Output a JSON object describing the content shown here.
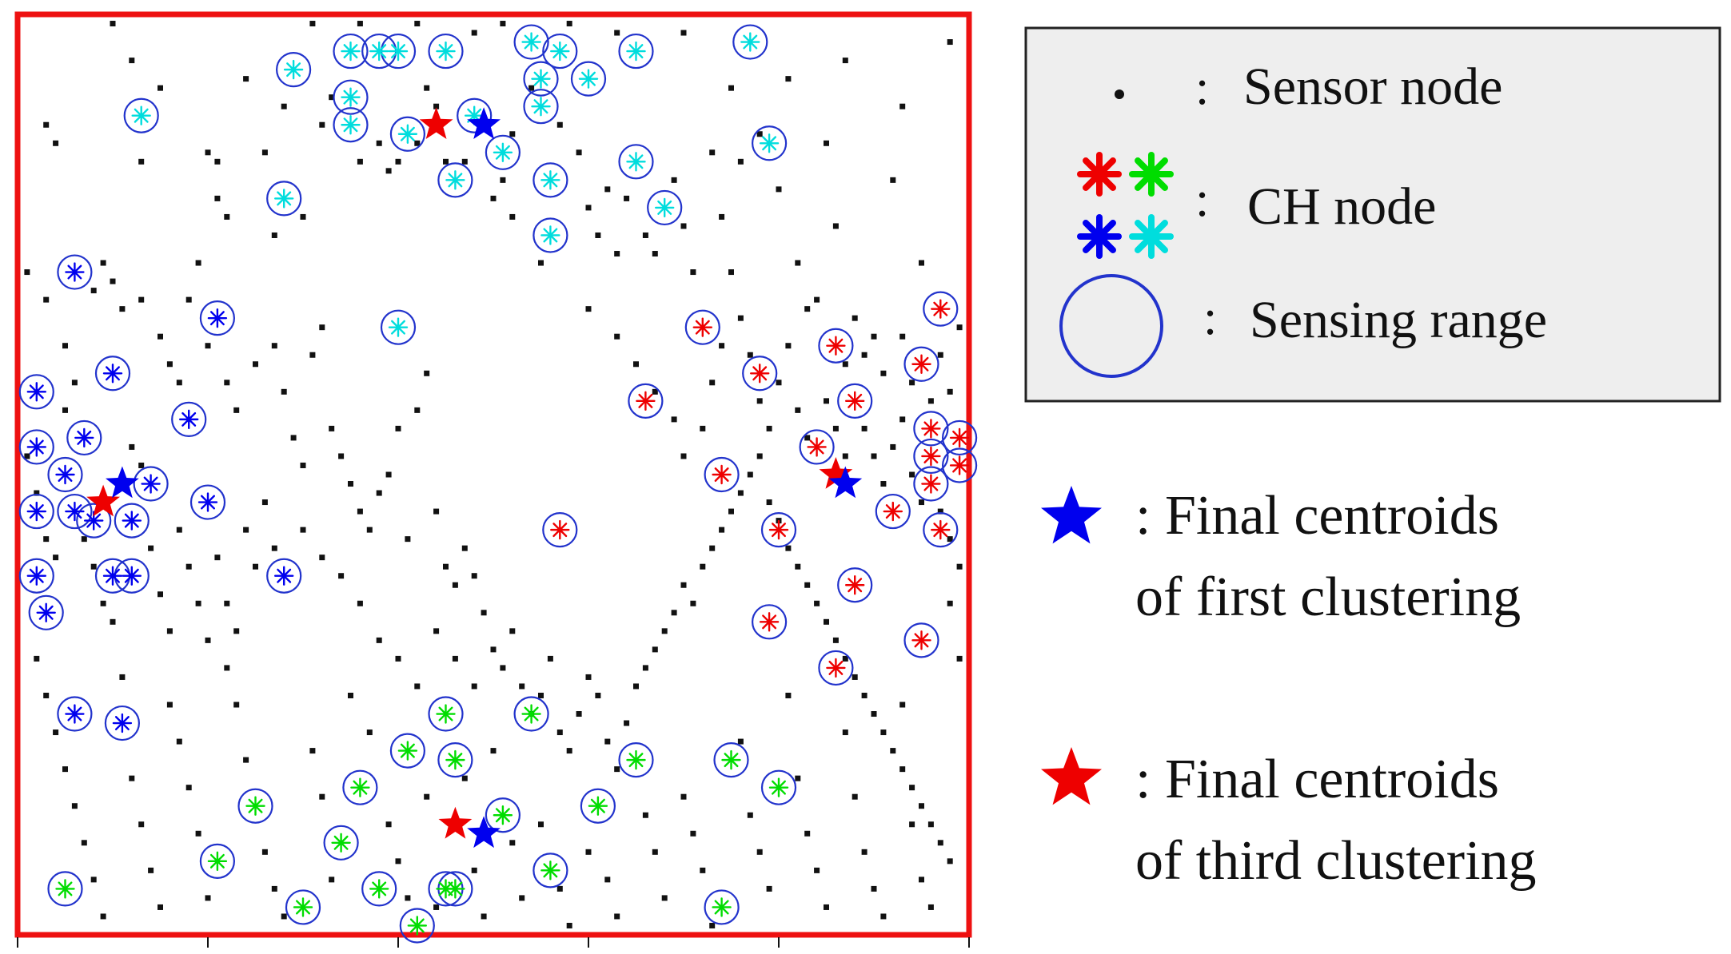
{
  "colors": {
    "sensor": "#111111",
    "frame": "#ee1111",
    "range": "#2233cc",
    "blue": "#0000ee",
    "cyan": "#00dddd",
    "red": "#ee0000",
    "green": "#00dd00",
    "legend_bg": "#eeeeee",
    "legend_border": "#222222"
  },
  "legend": {
    "colon": ":",
    "sensor_label": "Sensor node",
    "ch_label": "CH node",
    "range_label": "Sensing range"
  },
  "annotations": {
    "first": {
      "line1": ": Final centroids",
      "line2": "of first clustering"
    },
    "third": {
      "line1": ": Final centroids",
      "line2": "of third clustering"
    }
  },
  "chart_data": {
    "type": "scatter",
    "xlim": [
      0,
      100
    ],
    "ylim": [
      0,
      100
    ],
    "x_ticks": [
      0,
      20,
      40,
      60,
      80,
      100
    ],
    "groups": {
      "cyan": [
        [
          13,
          89
        ],
        [
          28,
          80
        ],
        [
          29,
          94
        ],
        [
          35,
          96
        ],
        [
          35,
          88
        ],
        [
          35,
          91
        ],
        [
          38,
          96
        ],
        [
          40,
          96
        ],
        [
          41,
          87
        ],
        [
          45,
          96
        ],
        [
          46,
          82
        ],
        [
          48,
          89
        ],
        [
          51,
          85
        ],
        [
          54,
          97
        ],
        [
          55,
          93
        ],
        [
          55,
          90
        ],
        [
          56,
          82
        ],
        [
          57,
          96
        ],
        [
          60,
          93
        ],
        [
          65,
          84
        ],
        [
          65,
          96
        ],
        [
          68,
          79
        ],
        [
          77,
          97
        ],
        [
          79,
          86
        ],
        [
          56,
          76
        ],
        [
          40,
          66
        ]
      ],
      "blue": [
        [
          6,
          72
        ],
        [
          21,
          67
        ],
        [
          10,
          61
        ],
        [
          2,
          59
        ],
        [
          18,
          56
        ],
        [
          7,
          54
        ],
        [
          2,
          53
        ],
        [
          5,
          50
        ],
        [
          14,
          49
        ],
        [
          2,
          46
        ],
        [
          8,
          45
        ],
        [
          12,
          45
        ],
        [
          6,
          46
        ],
        [
          20,
          47
        ],
        [
          10,
          39
        ],
        [
          12,
          39
        ],
        [
          2,
          39
        ],
        [
          3,
          35
        ],
        [
          28,
          39
        ],
        [
          6,
          24
        ],
        [
          11,
          23
        ]
      ],
      "red": [
        [
          97,
          68
        ],
        [
          72,
          66
        ],
        [
          86,
          64
        ],
        [
          95,
          62
        ],
        [
          78,
          61
        ],
        [
          88,
          58
        ],
        [
          66,
          58
        ],
        [
          96,
          55
        ],
        [
          99,
          54
        ],
        [
          84,
          53
        ],
        [
          96,
          52
        ],
        [
          99,
          51
        ],
        [
          74,
          50
        ],
        [
          96,
          49
        ],
        [
          92,
          46
        ],
        [
          57,
          44
        ],
        [
          80,
          44
        ],
        [
          97,
          44
        ],
        [
          88,
          38
        ],
        [
          79,
          34
        ],
        [
          95,
          32
        ],
        [
          86,
          29
        ]
      ],
      "green": [
        [
          45,
          24
        ],
        [
          54,
          24
        ],
        [
          41,
          20
        ],
        [
          46,
          19
        ],
        [
          65,
          19
        ],
        [
          75,
          19
        ],
        [
          36,
          16
        ],
        [
          25,
          14
        ],
        [
          61,
          14
        ],
        [
          80,
          16
        ],
        [
          51,
          13
        ],
        [
          34,
          10
        ],
        [
          21,
          8
        ],
        [
          56,
          7
        ],
        [
          5,
          5
        ],
        [
          38,
          5
        ],
        [
          45,
          5
        ],
        [
          46,
          5
        ],
        [
          30,
          3
        ],
        [
          74,
          3
        ],
        [
          42,
          1
        ]
      ]
    },
    "centroids_first": [
      [
        49,
        88
      ],
      [
        11,
        49
      ],
      [
        87,
        49
      ],
      [
        49,
        11
      ]
    ],
    "centroids_third": [
      [
        44,
        88
      ],
      [
        9,
        47
      ],
      [
        86,
        50
      ],
      [
        46,
        12
      ]
    ],
    "sensors": [
      [
        3,
        88
      ],
      [
        4,
        86
      ],
      [
        12,
        95
      ],
      [
        13,
        84
      ],
      [
        20,
        85
      ],
      [
        21,
        84
      ],
      [
        21,
        80
      ],
      [
        22,
        78
      ],
      [
        26,
        85
      ],
      [
        27,
        76
      ],
      [
        30,
        78
      ],
      [
        28,
        90
      ],
      [
        32,
        88
      ],
      [
        33,
        91
      ],
      [
        36,
        84
      ],
      [
        38,
        86
      ],
      [
        39,
        83
      ],
      [
        40,
        84
      ],
      [
        42,
        86
      ],
      [
        43,
        92
      ],
      [
        44,
        90
      ],
      [
        45,
        84
      ],
      [
        47,
        84
      ],
      [
        50,
        80
      ],
      [
        51,
        82
      ],
      [
        52,
        87
      ],
      [
        54,
        92
      ],
      [
        52,
        78
      ],
      [
        55,
        73
      ],
      [
        57,
        88
      ],
      [
        59,
        85
      ],
      [
        60,
        79
      ],
      [
        61,
        76
      ],
      [
        62,
        81
      ],
      [
        63,
        74
      ],
      [
        64,
        80
      ],
      [
        66,
        76
      ],
      [
        67,
        74
      ],
      [
        69,
        82
      ],
      [
        70,
        77
      ],
      [
        71,
        72
      ],
      [
        73,
        85
      ],
      [
        74,
        78
      ],
      [
        75,
        72
      ],
      [
        76,
        84
      ],
      [
        78,
        87
      ],
      [
        80,
        81
      ],
      [
        82,
        73
      ],
      [
        83,
        68
      ],
      [
        84,
        69
      ],
      [
        85,
        86
      ],
      [
        86,
        77
      ],
      [
        87,
        62
      ],
      [
        88,
        67
      ],
      [
        89,
        63
      ],
      [
        90,
        65
      ],
      [
        91,
        61
      ],
      [
        92,
        82
      ],
      [
        93,
        65
      ],
      [
        94,
        60
      ],
      [
        95,
        73
      ],
      [
        96,
        58
      ],
      [
        97,
        63
      ],
      [
        98,
        59
      ],
      [
        99,
        66
      ],
      [
        1,
        72
      ],
      [
        3,
        69
      ],
      [
        5,
        64
      ],
      [
        8,
        70
      ],
      [
        9,
        73
      ],
      [
        10,
        71
      ],
      [
        11,
        68
      ],
      [
        13,
        69
      ],
      [
        15,
        65
      ],
      [
        16,
        62
      ],
      [
        17,
        60
      ],
      [
        18,
        69
      ],
      [
        19,
        73
      ],
      [
        20,
        64
      ],
      [
        22,
        60
      ],
      [
        23,
        57
      ],
      [
        25,
        62
      ],
      [
        27,
        64
      ],
      [
        28,
        59
      ],
      [
        29,
        54
      ],
      [
        30,
        51
      ],
      [
        31,
        63
      ],
      [
        32,
        66
      ],
      [
        33,
        55
      ],
      [
        34,
        52
      ],
      [
        35,
        49
      ],
      [
        36,
        46
      ],
      [
        37,
        44
      ],
      [
        38,
        48
      ],
      [
        39,
        50
      ],
      [
        40,
        55
      ],
      [
        41,
        43
      ],
      [
        42,
        57
      ],
      [
        43,
        61
      ],
      [
        44,
        46
      ],
      [
        45,
        40
      ],
      [
        46,
        38
      ],
      [
        47,
        42
      ],
      [
        48,
        39
      ],
      [
        49,
        35
      ],
      [
        50,
        31
      ],
      [
        51,
        29
      ],
      [
        52,
        33
      ],
      [
        53,
        27
      ],
      [
        54,
        24
      ],
      [
        55,
        26
      ],
      [
        56,
        30
      ],
      [
        57,
        22
      ],
      [
        58,
        20
      ],
      [
        59,
        24
      ],
      [
        60,
        28
      ],
      [
        61,
        26
      ],
      [
        62,
        21
      ],
      [
        63,
        18
      ],
      [
        64,
        23
      ],
      [
        65,
        27
      ],
      [
        66,
        29
      ],
      [
        67,
        31
      ],
      [
        68,
        33
      ],
      [
        69,
        35
      ],
      [
        70,
        38
      ],
      [
        71,
        36
      ],
      [
        72,
        40
      ],
      [
        73,
        42
      ],
      [
        74,
        44
      ],
      [
        75,
        46
      ],
      [
        76,
        48
      ],
      [
        77,
        50
      ],
      [
        78,
        52
      ],
      [
        79,
        47
      ],
      [
        80,
        45
      ],
      [
        81,
        42
      ],
      [
        82,
        40
      ],
      [
        83,
        38
      ],
      [
        84,
        36
      ],
      [
        85,
        34
      ],
      [
        86,
        32
      ],
      [
        87,
        30
      ],
      [
        88,
        28
      ],
      [
        89,
        26
      ],
      [
        90,
        24
      ],
      [
        91,
        22
      ],
      [
        92,
        20
      ],
      [
        93,
        18
      ],
      [
        94,
        16
      ],
      [
        95,
        14
      ],
      [
        96,
        12
      ],
      [
        97,
        10
      ],
      [
        98,
        8
      ],
      [
        2,
        30
      ],
      [
        3,
        26
      ],
      [
        4,
        22
      ],
      [
        5,
        18
      ],
      [
        6,
        14
      ],
      [
        7,
        10
      ],
      [
        8,
        6
      ],
      [
        9,
        2
      ],
      [
        11,
        28
      ],
      [
        12,
        17
      ],
      [
        13,
        12
      ],
      [
        14,
        7
      ],
      [
        15,
        3
      ],
      [
        16,
        25
      ],
      [
        17,
        21
      ],
      [
        18,
        16
      ],
      [
        19,
        11
      ],
      [
        20,
        4
      ],
      [
        22,
        29
      ],
      [
        23,
        25
      ],
      [
        24,
        19
      ],
      [
        26,
        9
      ],
      [
        27,
        5
      ],
      [
        28,
        2
      ],
      [
        31,
        20
      ],
      [
        32,
        15
      ],
      [
        33,
        6
      ],
      [
        35,
        26
      ],
      [
        37,
        22
      ],
      [
        39,
        12
      ],
      [
        40,
        8
      ],
      [
        41,
        4
      ],
      [
        43,
        15
      ],
      [
        44,
        3
      ],
      [
        47,
        17
      ],
      [
        48,
        7
      ],
      [
        49,
        2
      ],
      [
        50,
        20
      ],
      [
        52,
        10
      ],
      [
        53,
        4
      ],
      [
        55,
        12
      ],
      [
        57,
        5
      ],
      [
        58,
        1
      ],
      [
        60,
        9
      ],
      [
        62,
        6
      ],
      [
        63,
        2
      ],
      [
        66,
        13
      ],
      [
        67,
        9
      ],
      [
        68,
        4
      ],
      [
        70,
        15
      ],
      [
        71,
        11
      ],
      [
        72,
        7
      ],
      [
        73,
        1
      ],
      [
        76,
        21
      ],
      [
        77,
        13
      ],
      [
        78,
        9
      ],
      [
        79,
        5
      ],
      [
        81,
        26
      ],
      [
        82,
        17
      ],
      [
        83,
        11
      ],
      [
        84,
        7
      ],
      [
        85,
        3
      ],
      [
        87,
        22
      ],
      [
        88,
        15
      ],
      [
        89,
        9
      ],
      [
        90,
        5
      ],
      [
        91,
        2
      ],
      [
        93,
        25
      ],
      [
        94,
        12
      ],
      [
        95,
        6
      ],
      [
        96,
        3
      ],
      [
        98,
        36
      ],
      [
        99,
        30
      ],
      [
        1,
        52
      ],
      [
        2,
        48
      ],
      [
        3,
        43
      ],
      [
        4,
        41
      ],
      [
        5,
        57
      ],
      [
        6,
        60
      ],
      [
        7,
        43
      ],
      [
        8,
        40
      ],
      [
        9,
        36
      ],
      [
        10,
        34
      ],
      [
        12,
        53
      ],
      [
        13,
        51
      ],
      [
        14,
        42
      ],
      [
        15,
        37
      ],
      [
        16,
        33
      ],
      [
        17,
        44
      ],
      [
        18,
        40
      ],
      [
        19,
        36
      ],
      [
        20,
        32
      ],
      [
        21,
        41
      ],
      [
        22,
        36
      ],
      [
        23,
        33
      ],
      [
        24,
        44
      ],
      [
        25,
        40
      ],
      [
        26,
        47
      ],
      [
        27,
        42
      ],
      [
        30,
        44
      ],
      [
        32,
        41
      ],
      [
        34,
        39
      ],
      [
        36,
        36
      ],
      [
        38,
        32
      ],
      [
        40,
        30
      ],
      [
        42,
        27
      ],
      [
        44,
        33
      ],
      [
        46,
        30
      ],
      [
        48,
        27
      ],
      [
        60,
        68
      ],
      [
        63,
        65
      ],
      [
        65,
        62
      ],
      [
        67,
        59
      ],
      [
        69,
        56
      ],
      [
        70,
        52
      ],
      [
        72,
        55
      ],
      [
        73,
        60
      ],
      [
        74,
        64
      ],
      [
        76,
        67
      ],
      [
        77,
        63
      ],
      [
        78,
        58
      ],
      [
        79,
        55
      ],
      [
        80,
        60
      ],
      [
        81,
        64
      ],
      [
        82,
        57
      ],
      [
        83,
        54
      ],
      [
        85,
        58
      ],
      [
        86,
        55
      ],
      [
        87,
        52
      ],
      [
        89,
        55
      ],
      [
        90,
        52
      ],
      [
        91,
        49
      ],
      [
        92,
        53
      ],
      [
        93,
        56
      ],
      [
        94,
        50
      ],
      [
        95,
        47
      ],
      [
        97,
        46
      ],
      [
        98,
        43
      ],
      [
        99,
        40
      ],
      [
        10,
        99
      ],
      [
        15,
        92
      ],
      [
        24,
        93
      ],
      [
        31,
        99
      ],
      [
        36,
        99
      ],
      [
        42,
        99
      ],
      [
        48,
        98
      ],
      [
        51,
        99
      ],
      [
        58,
        99
      ],
      [
        63,
        98
      ],
      [
        70,
        98
      ],
      [
        75,
        92
      ],
      [
        81,
        93
      ],
      [
        87,
        95
      ],
      [
        93,
        90
      ],
      [
        98,
        97
      ]
    ]
  }
}
